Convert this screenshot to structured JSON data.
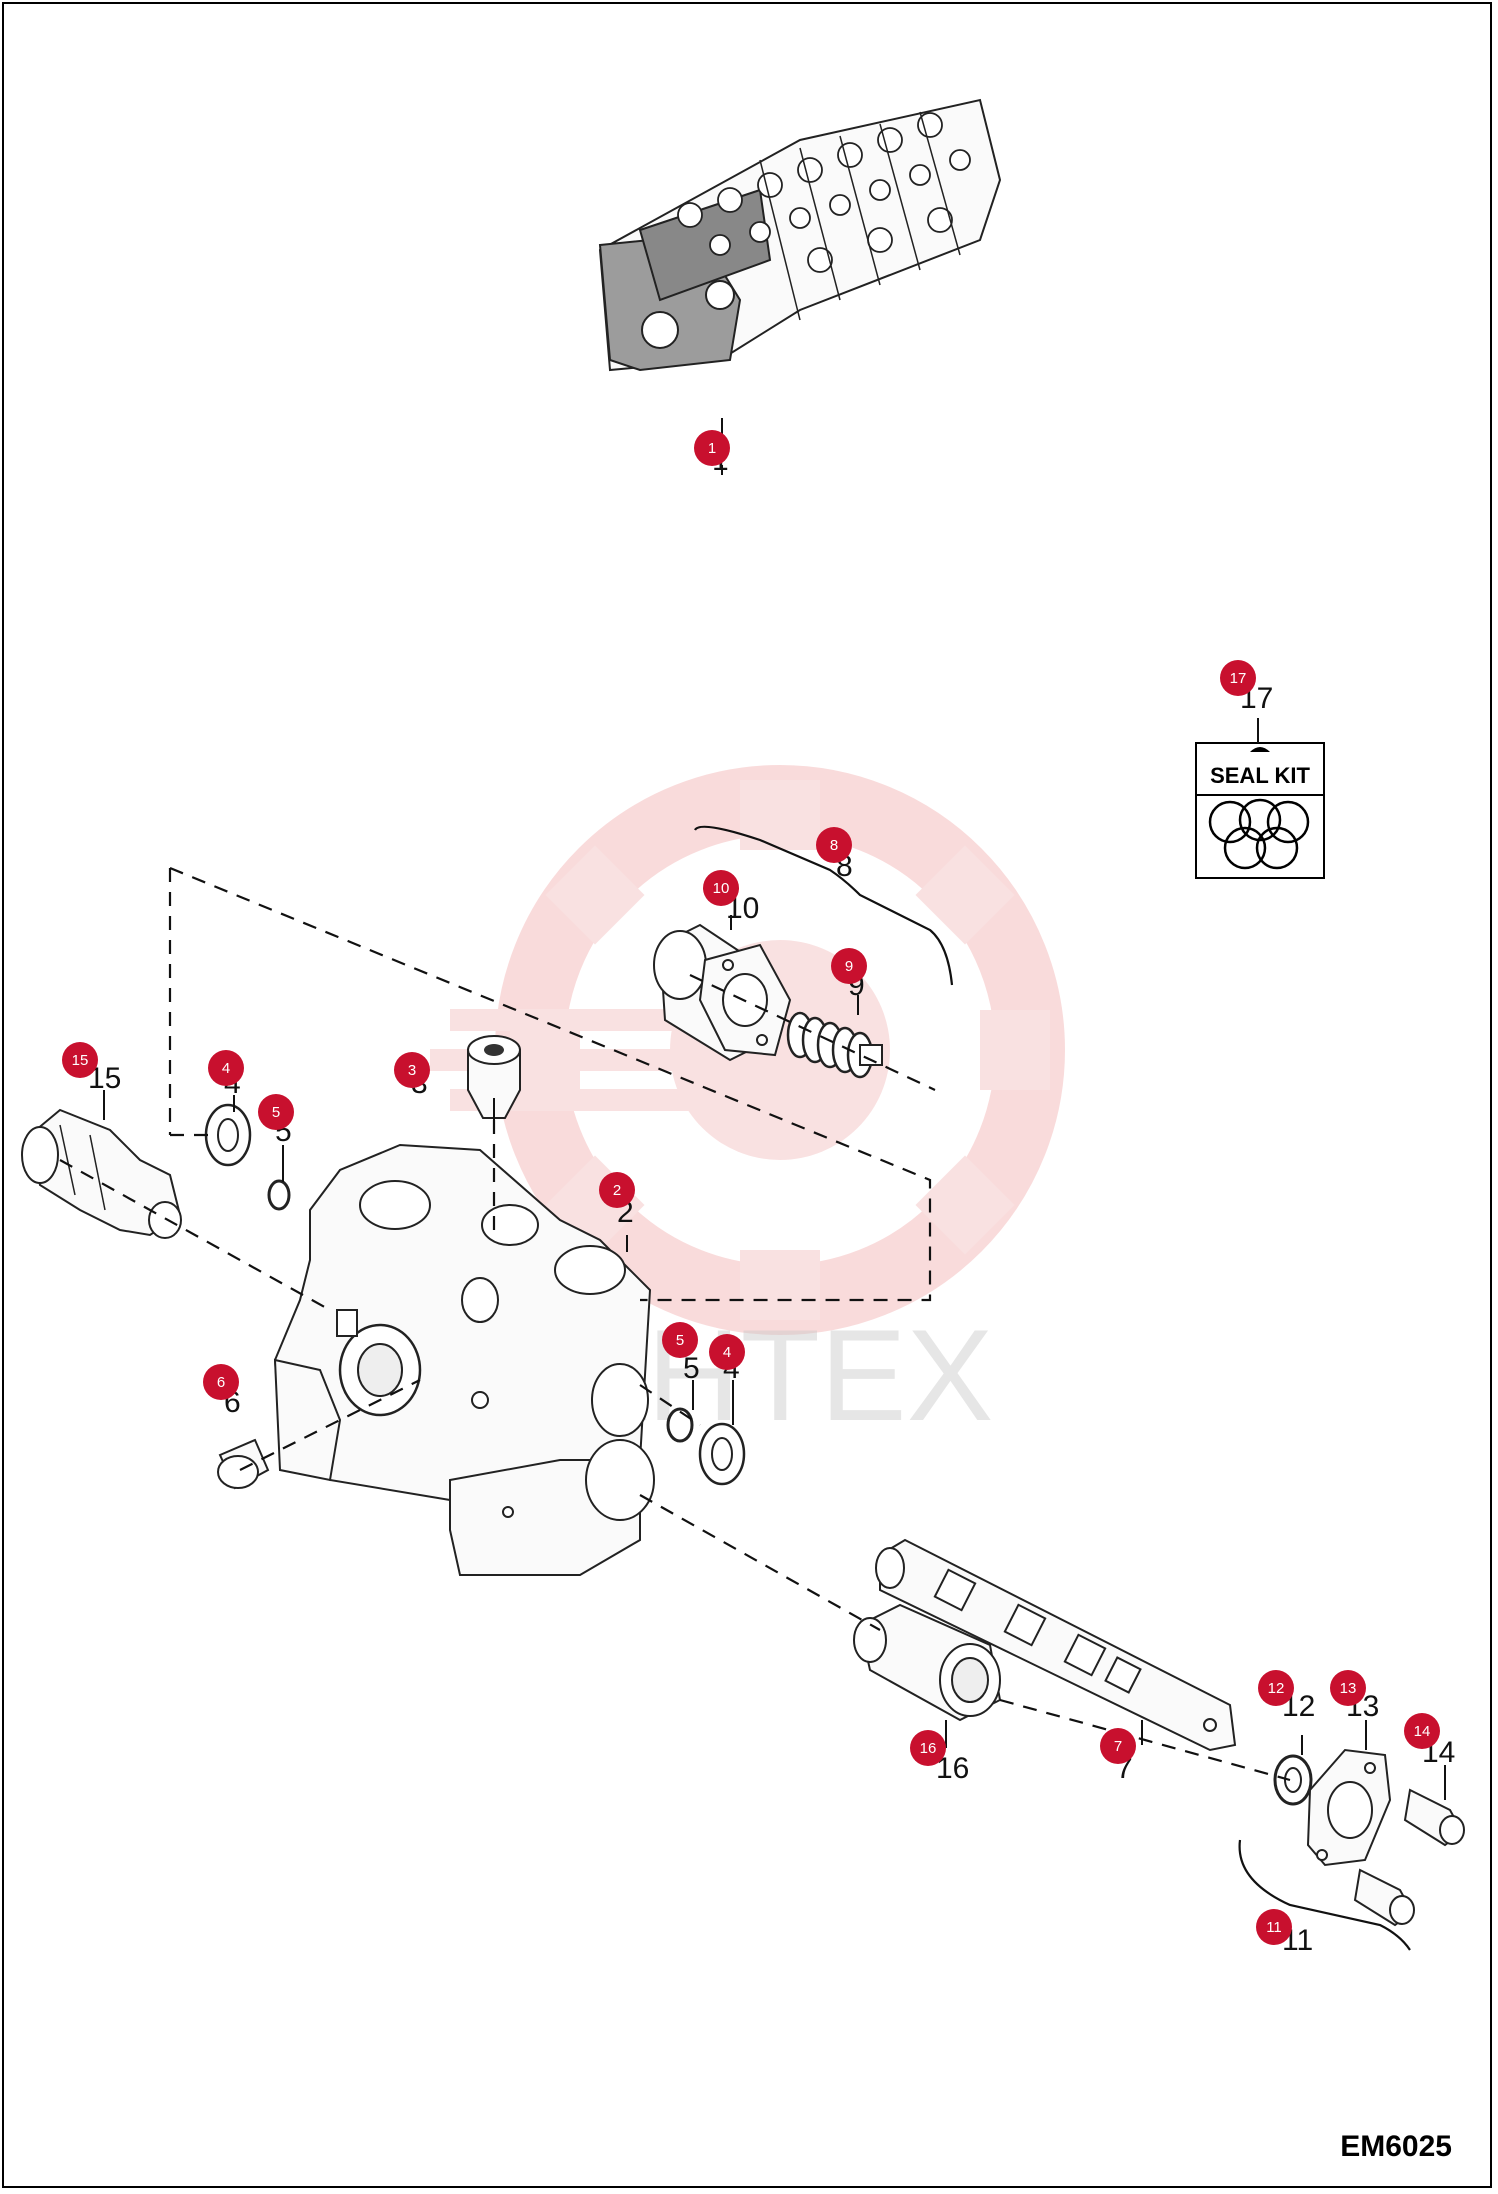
{
  "diagram": {
    "code": "EM6025",
    "watermark": "AHTEX",
    "seal_kit": {
      "title": "SEAL KIT",
      "icon": "o-ring-set-icon"
    },
    "callouts": [
      {
        "id": 1,
        "label": "1"
      },
      {
        "id": 2,
        "label": "2"
      },
      {
        "id": 3,
        "label": "3"
      },
      {
        "id": 4,
        "label": "4"
      },
      {
        "id": 5,
        "label": "5"
      },
      {
        "id": 6,
        "label": "6"
      },
      {
        "id": 7,
        "label": "7"
      },
      {
        "id": 8,
        "label": "8"
      },
      {
        "id": 9,
        "label": "9"
      },
      {
        "id": 10,
        "label": "10"
      },
      {
        "id": 11,
        "label": "11"
      },
      {
        "id": 12,
        "label": "12"
      },
      {
        "id": 13,
        "label": "13"
      },
      {
        "id": 14,
        "label": "14"
      },
      {
        "id": 15,
        "label": "15"
      },
      {
        "id": 16,
        "label": "16"
      },
      {
        "id": 17,
        "label": "17"
      }
    ],
    "colors": {
      "badge": "#c8102e",
      "watermark": "#f4c4c4",
      "line": "#111111"
    }
  }
}
